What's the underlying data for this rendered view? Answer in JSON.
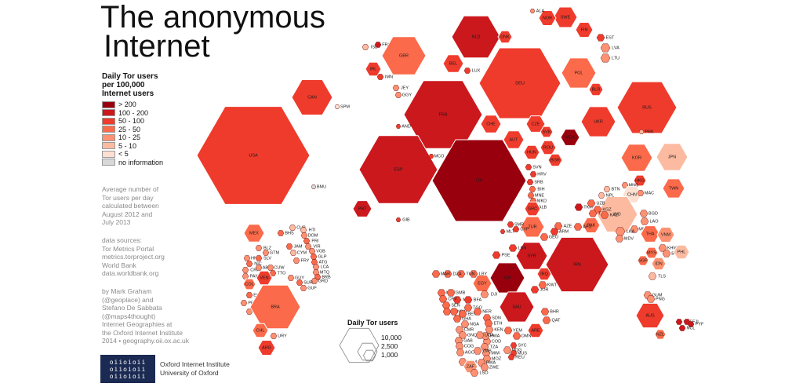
{
  "title": {
    "line1": "The anonymous",
    "line2": "Internet"
  },
  "legend": {
    "title_lines": [
      "Daily Tor users",
      "per 100,000",
      "Internet users"
    ],
    "items": [
      {
        "label": "> 200",
        "color": "#99000d"
      },
      {
        "label": "100 - 200",
        "color": "#cb181d"
      },
      {
        "label": "50 - 100",
        "color": "#ef3b2c"
      },
      {
        "label": "25 - 50",
        "color": "#fb6a4a"
      },
      {
        "label": "10 - 25",
        "color": "#fc9272"
      },
      {
        "label": "5 - 10",
        "color": "#fcbba1"
      },
      {
        "label": "< 5",
        "color": "#fee0d2"
      },
      {
        "label": "no information",
        "color": "#d9d9d9"
      }
    ]
  },
  "note": [
    "Average number of",
    "Tor users per day",
    "calculated between",
    "August 2012 and",
    "July 2013"
  ],
  "sources": [
    "data sources:",
    "Tor Metrics Portal",
    "metrics.torproject.org",
    "World Bank",
    "data.worldbank.org"
  ],
  "credits": [
    "by Mark Graham",
    "(@geoplace) and",
    "Stefano De Sabbata",
    "(@maps4thought)",
    "Internet Geographies at",
    "the Oxford Internet Institute",
    "2014 • geography.oii.ox.ac.uk"
  ],
  "logo": {
    "mark": [
      "oiioioii",
      "oiioioii",
      "oiioioii"
    ],
    "lines": [
      "Oxford Internet Institute",
      "University of Oxford"
    ]
  },
  "size_legend": {
    "title": "Daily Tor users",
    "values": [
      "10,000",
      "2,500",
      "1,000"
    ]
  },
  "colors": {
    "stroke": "#ffffff",
    "text": "#1a1a1a"
  },
  "countries": [
    {
      "code": "USA",
      "level": 3,
      "users": 20300
    },
    {
      "code": "CAN",
      "level": 3,
      "users": 1400
    },
    {
      "code": "SPM",
      "level": 7,
      "users": 0
    },
    {
      "code": "BMU",
      "level": 8,
      "users": 0
    },
    {
      "code": "MEX",
      "level": 4,
      "users": 400
    },
    {
      "code": "CUB",
      "level": 6,
      "users": 20
    },
    {
      "code": "BHS",
      "level": 4,
      "users": 20
    },
    {
      "code": "HTI",
      "level": 6,
      "users": 20
    },
    {
      "code": "DOM",
      "level": 5,
      "users": 20
    },
    {
      "code": "PRI",
      "level": 4,
      "users": 20
    },
    {
      "code": "VIR",
      "level": 5,
      "users": 20
    },
    {
      "code": "JAM",
      "level": 4,
      "users": 20
    },
    {
      "code": "VGB",
      "level": 5,
      "users": 20
    },
    {
      "code": "CYM",
      "level": 6,
      "users": 20
    },
    {
      "code": "GLP",
      "level": 4,
      "users": 20
    },
    {
      "code": "FRY",
      "level": 5,
      "users": 20
    },
    {
      "code": "ATG",
      "level": 4,
      "users": 20
    },
    {
      "code": "LCA",
      "level": 5,
      "users": 20
    },
    {
      "code": "MTQ",
      "level": 5,
      "users": 20
    },
    {
      "code": "BRB",
      "level": 4,
      "users": 20
    },
    {
      "code": "GRD",
      "level": 5,
      "users": 20
    },
    {
      "code": "BLZ",
      "level": 5,
      "users": 20
    },
    {
      "code": "GTM",
      "level": 5,
      "users": 20
    },
    {
      "code": "HND",
      "level": 5,
      "users": 20
    },
    {
      "code": "SLV",
      "level": 4,
      "users": 20
    },
    {
      "code": "NIC",
      "level": 4,
      "users": 20
    },
    {
      "code": "CRI",
      "level": 5,
      "users": 20
    },
    {
      "code": "PAN",
      "level": 5,
      "users": 20
    },
    {
      "code": "ABW",
      "level": 5,
      "users": 20
    },
    {
      "code": "CUW",
      "level": 5,
      "users": 20
    },
    {
      "code": "TTO",
      "level": 4,
      "users": 20
    },
    {
      "code": "VEN",
      "level": 3,
      "users": 150
    },
    {
      "code": "GUY",
      "level": 5,
      "users": 20
    },
    {
      "code": "SUR",
      "level": 4,
      "users": 20
    },
    {
      "code": "GUF",
      "level": 5,
      "users": 20
    },
    {
      "code": "COL",
      "level": 4,
      "users": 150
    },
    {
      "code": "ECU",
      "level": 4,
      "users": 20
    },
    {
      "code": "PER",
      "level": 5,
      "users": 20
    },
    {
      "code": "BOL",
      "level": 5,
      "users": 20
    },
    {
      "code": "BRA",
      "level": 4,
      "users": 1800
    },
    {
      "code": "CHL",
      "level": 4,
      "users": 160
    },
    {
      "code": "URY",
      "level": 5,
      "users": 20
    },
    {
      "code": "ARG",
      "level": 3,
      "users": 300
    },
    {
      "code": "ISL",
      "level": 6,
      "users": 20
    },
    {
      "code": "FRO",
      "level": 2,
      "users": 20
    },
    {
      "code": "IRL",
      "level": 3,
      "users": 100
    },
    {
      "code": "IMN",
      "level": 3,
      "users": 20
    },
    {
      "code": "GBR",
      "level": 4,
      "users": 1900
    },
    {
      "code": "JEY",
      "level": 5,
      "users": 20
    },
    {
      "code": "GGY",
      "level": 5,
      "users": 20
    },
    {
      "code": "NLD",
      "level": 2,
      "users": 1700
    },
    {
      "code": "DNK",
      "level": 3,
      "users": 320
    },
    {
      "code": "BEL",
      "level": 3,
      "users": 400
    },
    {
      "code": "LUX",
      "level": 3,
      "users": 20
    },
    {
      "code": "DEU",
      "level": 3,
      "users": 7100
    },
    {
      "code": "FRA",
      "level": 2,
      "users": 6300
    },
    {
      "code": "CHE",
      "level": 3,
      "users": 400
    },
    {
      "code": "AUT",
      "level": 3,
      "users": 400
    },
    {
      "code": "CZE",
      "level": 3,
      "users": 400
    },
    {
      "code": "POL",
      "level": 4,
      "users": 1100
    },
    {
      "code": "ESP",
      "level": 2,
      "users": 6200
    },
    {
      "code": "PRT",
      "level": 2,
      "users": 300
    },
    {
      "code": "GIB",
      "level": 3,
      "users": 20
    },
    {
      "code": "AND",
      "level": 3,
      "users": 20
    },
    {
      "code": "MCO",
      "level": 3,
      "users": 20
    },
    {
      "code": "ITA",
      "level": 1,
      "users": 8300
    },
    {
      "code": "SVN",
      "level": 3,
      "users": 20
    },
    {
      "code": "HRV",
      "level": 3,
      "users": 20
    },
    {
      "code": "HUN",
      "level": 3,
      "users": 300
    },
    {
      "code": "SVK",
      "level": 3,
      "users": 200
    },
    {
      "code": "ROU",
      "level": 3,
      "users": 300
    },
    {
      "code": "BGR",
      "level": 3,
      "users": 200
    },
    {
      "code": "SRB",
      "level": 3,
      "users": 20
    },
    {
      "code": "BIH",
      "level": 4,
      "users": 20
    },
    {
      "code": "MNE",
      "level": 4,
      "users": 20
    },
    {
      "code": "MKD",
      "level": 4,
      "users": 20
    },
    {
      "code": "ALB",
      "level": 4,
      "users": 20
    },
    {
      "code": "GRC",
      "level": 3,
      "users": 300
    },
    {
      "code": "MLT",
      "level": 3,
      "users": 20
    },
    {
      "code": "MDA",
      "level": 1,
      "users": 400
    },
    {
      "code": "UKR",
      "level": 3,
      "users": 1200
    },
    {
      "code": "BLR",
      "level": 3,
      "users": 200
    },
    {
      "code": "LTU",
      "level": 5,
      "users": 20
    },
    {
      "code": "LVA",
      "level": 5,
      "users": 20
    },
    {
      "code": "EST",
      "level": 3,
      "users": 20
    },
    {
      "code": "FIN",
      "level": 3,
      "users": 300
    },
    {
      "code": "SWE",
      "level": 3,
      "users": 700
    },
    {
      "code": "NOR",
      "level": 3,
      "users": 300
    },
    {
      "code": "ALA",
      "level": 5,
      "users": 20
    },
    {
      "code": "RUS",
      "level": 3,
      "users": 3900
    },
    {
      "code": "KOR",
      "level": 4,
      "users": 1100
    },
    {
      "code": "PRK",
      "level": 6,
      "users": 20
    },
    {
      "code": "JPN",
      "level": 6,
      "users": 1300
    },
    {
      "code": "TWN",
      "level": 4,
      "users": 320
    },
    {
      "code": "HKG",
      "level": 3,
      "users": 20
    },
    {
      "code": "MNG",
      "level": 5,
      "users": 20
    },
    {
      "code": "CHN",
      "level": 7,
      "users": 130
    },
    {
      "code": "MAC",
      "level": 5,
      "users": 20
    },
    {
      "code": "IND",
      "level": 6,
      "users": 2000
    },
    {
      "code": "NPL",
      "level": 6,
      "users": 20
    },
    {
      "code": "BTN",
      "level": 6,
      "users": 20
    },
    {
      "code": "BGD",
      "level": 5,
      "users": 20
    },
    {
      "code": "LAO",
      "level": 5,
      "users": 20
    },
    {
      "code": "MMR",
      "level": 5,
      "users": 20
    },
    {
      "code": "THA",
      "level": 4,
      "users": 250
    },
    {
      "code": "VNM",
      "level": 5,
      "users": 300
    },
    {
      "code": "KHM",
      "level": 5,
      "users": 20
    },
    {
      "code": "MYS",
      "level": 4,
      "users": 250
    },
    {
      "code": "BRN",
      "level": 5,
      "users": 20
    },
    {
      "code": "PHL",
      "level": 6,
      "users": 300
    },
    {
      "code": "SGP",
      "level": 4,
      "users": 100
    },
    {
      "code": "IDN",
      "level": 5,
      "users": 300
    },
    {
      "code": "TLS",
      "level": 6,
      "users": 20
    },
    {
      "code": "LKA",
      "level": 5,
      "users": 20
    },
    {
      "code": "MDV",
      "level": 5,
      "users": 20
    },
    {
      "code": "PAK",
      "level": 4,
      "users": 200
    },
    {
      "code": "AFG",
      "level": 4,
      "users": 20
    },
    {
      "code": "TKM",
      "level": 2,
      "users": 20
    },
    {
      "code": "UZB",
      "level": 4,
      "users": 20
    },
    {
      "code": "KGZ",
      "level": 4,
      "users": 20
    },
    {
      "code": "TJK",
      "level": 4,
      "users": 20
    },
    {
      "code": "KAZ",
      "level": 4,
      "users": 20
    },
    {
      "code": "IRN",
      "level": 2,
      "users": 3000
    },
    {
      "code": "TUR",
      "level": 4,
      "users": 500
    },
    {
      "code": "AZE",
      "level": 4,
      "users": 20
    },
    {
      "code": "ARM",
      "level": 3,
      "users": 20
    },
    {
      "code": "GEO",
      "level": 4,
      "users": 20
    },
    {
      "code": "CYP",
      "level": 3,
      "users": 20
    },
    {
      "code": "SMR",
      "level": 3,
      "users": 20
    },
    {
      "code": "SYR",
      "level": 2,
      "users": 500
    },
    {
      "code": "LBN",
      "level": 3,
      "users": 20
    },
    {
      "code": "PSE",
      "level": 3,
      "users": 20
    },
    {
      "code": "ISR",
      "level": 1,
      "users": 900
    },
    {
      "code": "JOR",
      "level": 3,
      "users": 20
    },
    {
      "code": "IRQ",
      "level": 3,
      "users": 150
    },
    {
      "code": "KWT",
      "level": 4,
      "users": 20
    },
    {
      "code": "SAU",
      "level": 2,
      "users": 1000
    },
    {
      "code": "BHR",
      "level": 4,
      "users": 20
    },
    {
      "code": "QAT",
      "level": 4,
      "users": 20
    },
    {
      "code": "ARE",
      "level": 3,
      "users": 220
    },
    {
      "code": "OMN",
      "level": 4,
      "users": 20
    },
    {
      "code": "YEM",
      "level": 4,
      "users": 20
    },
    {
      "code": "EGY",
      "level": 4,
      "users": 300
    },
    {
      "code": "LBY",
      "level": 4,
      "users": 20
    },
    {
      "code": "TUN",
      "level": 4,
      "users": 20
    },
    {
      "code": "DZA",
      "level": 4,
      "users": 20
    },
    {
      "code": "MAR",
      "level": 4,
      "users": 20
    },
    {
      "code": "DJI",
      "level": 5,
      "users": 20
    },
    {
      "code": "MRT",
      "level": 4,
      "users": 20
    },
    {
      "code": "GMB",
      "level": 4,
      "users": 20
    },
    {
      "code": "MLI",
      "level": 3,
      "users": 20
    },
    {
      "code": "BFA",
      "level": 3,
      "users": 20
    },
    {
      "code": "CPV",
      "level": 4,
      "users": 20
    },
    {
      "code": "SEN",
      "level": 4,
      "users": 20
    },
    {
      "code": "GIN",
      "level": 4,
      "users": 20
    },
    {
      "code": "CIV",
      "level": 4,
      "users": 20
    },
    {
      "code": "GHA",
      "level": 4,
      "users": 20
    },
    {
      "code": "TGO",
      "level": 4,
      "users": 20
    },
    {
      "code": "BEN",
      "level": 4,
      "users": 20
    },
    {
      "code": "NER",
      "level": 4,
      "users": 20
    },
    {
      "code": "SDN",
      "level": 4,
      "users": 20
    },
    {
      "code": "ETH",
      "level": 4,
      "users": 20
    },
    {
      "code": "NGA",
      "level": 5,
      "users": 20
    },
    {
      "code": "CMR",
      "level": 5,
      "users": 20
    },
    {
      "code": "GNQ",
      "level": 5,
      "users": 20
    },
    {
      "code": "GAB",
      "level": 5,
      "users": 20
    },
    {
      "code": "COG",
      "level": 5,
      "users": 20
    },
    {
      "code": "COD",
      "level": 5,
      "users": 20
    },
    {
      "code": "AGO",
      "level": 5,
      "users": 20
    },
    {
      "code": "NAM",
      "level": 5,
      "users": 20
    },
    {
      "code": "ZAF",
      "level": 5,
      "users": 100
    },
    {
      "code": "LSO",
      "level": 5,
      "users": 20
    },
    {
      "code": "KEN",
      "level": 5,
      "users": 20
    },
    {
      "code": "RWA",
      "level": 5,
      "users": 20
    },
    {
      "code": "UGA",
      "level": 5,
      "users": 20
    },
    {
      "code": "TZA",
      "level": 5,
      "users": 20
    },
    {
      "code": "MWI",
      "level": 5,
      "users": 20
    },
    {
      "code": "MOZ",
      "level": 5,
      "users": 20
    },
    {
      "code": "ZMB",
      "level": 5,
      "users": 20
    },
    {
      "code": "BWA",
      "level": 5,
      "users": 20
    },
    {
      "code": "ZWE",
      "level": 5,
      "users": 20
    },
    {
      "code": "MDG",
      "level": 5,
      "users": 20
    },
    {
      "code": "SYC",
      "level": 3,
      "users": 20
    },
    {
      "code": "MUS",
      "level": 3,
      "users": 20
    },
    {
      "code": "REU",
      "level": 3,
      "users": 20
    },
    {
      "code": "AUS",
      "level": 3,
      "users": 1100
    },
    {
      "code": "NZL",
      "level": 4,
      "users": 200
    },
    {
      "code": "GUM",
      "level": 5,
      "users": 20
    },
    {
      "code": "PNG",
      "level": 5,
      "users": 20
    },
    {
      "code": "VUT",
      "level": 2,
      "users": 20
    },
    {
      "code": "FJI",
      "level": 2,
      "users": 20
    },
    {
      "code": "PYF",
      "level": 2,
      "users": 20
    },
    {
      "code": "NCL",
      "level": 2,
      "users": 20
    }
  ]
}
